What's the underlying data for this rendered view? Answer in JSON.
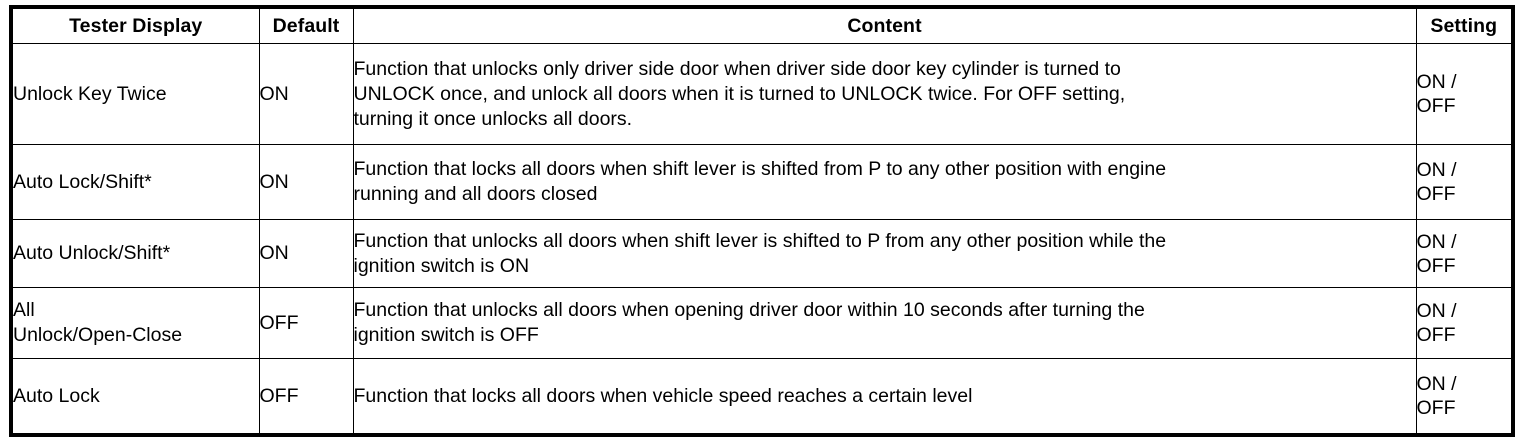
{
  "table": {
    "columns": [
      {
        "key": "tester_display",
        "label": "Tester Display"
      },
      {
        "key": "default",
        "label": "Default"
      },
      {
        "key": "content",
        "label": "Content"
      },
      {
        "key": "setting",
        "label": "Setting"
      }
    ],
    "rows": [
      {
        "tester_display": "Unlock Key Twice",
        "tester_display_lines": [
          "Unlock Key Twice"
        ],
        "default": "ON",
        "content": "Function that unlocks only driver side door when driver side door key cylinder is turned to UNLOCK once, and unlock all doors when it is turned to UNLOCK twice. For OFF setting, turning it once unlocks all doors.",
        "content_lines": [
          "Function that unlocks only driver side door when driver side door key cylinder is turned to",
          "UNLOCK once, and unlock all doors when it is turned to UNLOCK twice. For OFF setting,",
          "turning it once unlocks all doors."
        ],
        "setting": "ON / OFF",
        "setting_lines": [
          "ON /",
          "OFF"
        ]
      },
      {
        "tester_display": "Auto Lock/Shift*",
        "tester_display_lines": [
          "Auto Lock/Shift*"
        ],
        "default": "ON",
        "content": "Function that locks all doors when shift lever is shifted from P to any other position with engine running and all doors closed",
        "content_lines": [
          "Function that locks all doors when shift lever is shifted from P to any other position with engine",
          "running and all doors closed"
        ],
        "setting": "ON / OFF",
        "setting_lines": [
          "ON /",
          "OFF"
        ]
      },
      {
        "tester_display": "Auto Unlock/Shift*",
        "tester_display_lines": [
          "Auto Unlock/Shift*"
        ],
        "default": "ON",
        "content": "Function that unlocks all doors when shift lever is shifted to P from any other position while the ignition switch is ON",
        "content_lines": [
          "Function that unlocks all doors when shift lever is shifted to P from any other position while the",
          "ignition switch is ON"
        ],
        "setting": "ON / OFF",
        "setting_lines": [
          "ON /",
          "OFF"
        ]
      },
      {
        "tester_display": "All Unlock/Open-Close",
        "tester_display_lines": [
          "All",
          "Unlock/Open-Close"
        ],
        "default": "OFF",
        "content": "Function that unlocks all doors when opening driver door within 10 seconds after turning the ignition switch is OFF",
        "content_lines": [
          "Function that unlocks all doors when opening driver door within 10 seconds after turning the",
          "ignition switch is OFF"
        ],
        "setting": "ON / OFF",
        "setting_lines": [
          "ON /",
          "OFF"
        ]
      },
      {
        "tester_display": "Auto Lock",
        "tester_display_lines": [
          "Auto Lock"
        ],
        "default": "OFF",
        "content": "Function that locks all doors when vehicle speed reaches a certain level",
        "content_lines": [
          "Function that locks all doors when vehicle speed reaches a certain level"
        ],
        "setting": "ON / OFF",
        "setting_lines": [
          "ON /",
          "OFF"
        ]
      }
    ]
  },
  "colors": {
    "border": "#000000",
    "text": "#000000",
    "background": "#ffffff"
  }
}
